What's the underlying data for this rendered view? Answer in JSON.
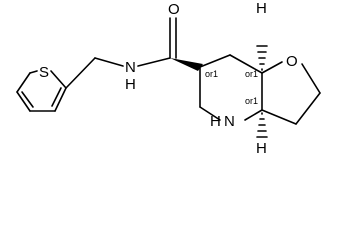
{
  "molecule": {
    "atoms": {
      "s": "S",
      "n_amide": "N",
      "h_amide": "H",
      "o_carbonyl": "O",
      "o_ring": "O",
      "n_ring": "N",
      "h_ring": "H",
      "h_stereo_top": "H",
      "h_stereo_bottom": "H"
    },
    "stereo_labels": {
      "c6": "or1",
      "c7a": "or1",
      "c3a": "or1"
    }
  }
}
